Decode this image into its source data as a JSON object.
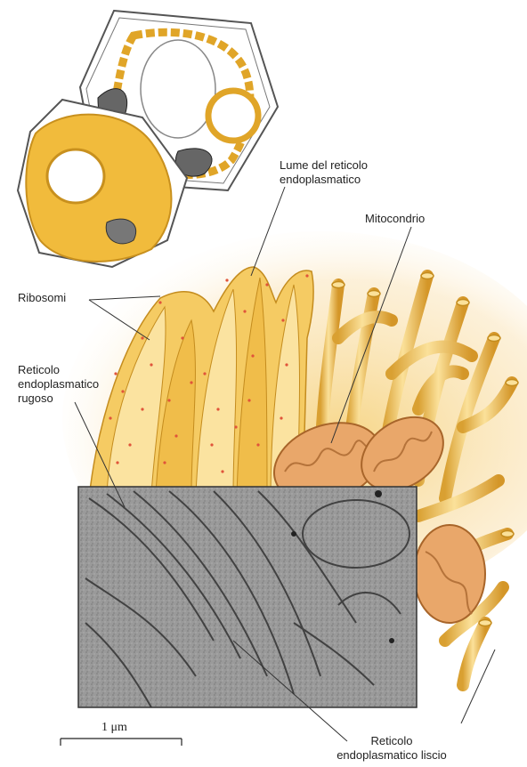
{
  "labels": {
    "lume": [
      "Lume del reticolo",
      "endoplasmatico"
    ],
    "mitocondrio": "Mitocondrio",
    "ribosomi": "Ribosomi",
    "rugoso": [
      "Reticolo",
      "endoplasmatico",
      "rugoso"
    ],
    "liscio": [
      "Reticolo",
      "endoplasmatico liscio"
    ],
    "scale": "1 μm"
  },
  "colors": {
    "er": "#f2c24e",
    "er_light": "#fbe3a0",
    "er_dark": "#c88f1c",
    "ribosome": "#e0543a",
    "mito": "#e9a76a",
    "micrograph": "#8c8c8c",
    "line": "#333333"
  }
}
